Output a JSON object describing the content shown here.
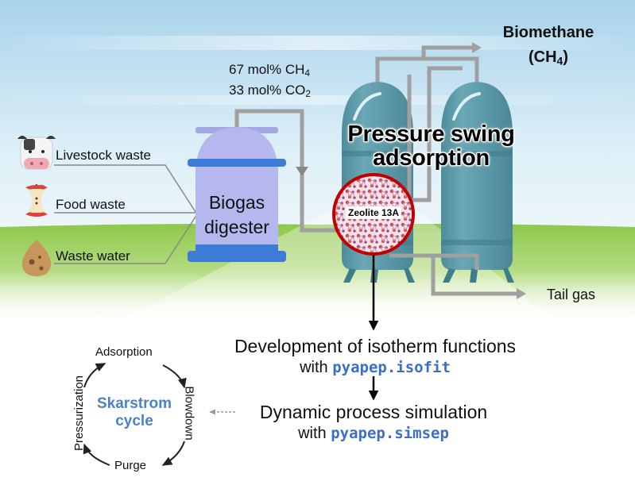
{
  "feed": {
    "sources": [
      {
        "label": "Livestock waste",
        "icon": "cow-icon"
      },
      {
        "label": "Food waste",
        "icon": "apple-core-icon"
      },
      {
        "label": "Waste water",
        "icon": "water-drop-icon"
      }
    ],
    "digester_line1": "Biogas",
    "digester_line2": "digester"
  },
  "composition": {
    "ch4_prefix": "67 mol% CH",
    "ch4_sub": "4",
    "co2_prefix": "33 mol% CO",
    "co2_sub": "2"
  },
  "psa": {
    "title_line1": "Pressure swing",
    "title_line2": "adsorption",
    "adsorbent": "Zeolite 13A"
  },
  "products": {
    "product_line1": "Biomethane",
    "product_open": "(CH",
    "product_sub": "4",
    "product_close": ")",
    "tail": "Tail gas"
  },
  "workflow": {
    "step1_title": "Development of isotherm functions",
    "step1_with": "with",
    "step1_code": "pyapep.isofit",
    "step2_title": "Dynamic process simulation",
    "step2_with": "with",
    "step2_code": "pyapep.simsep"
  },
  "cycle": {
    "center_line1": "Skarstrom",
    "center_line2": "cycle",
    "steps": [
      "Adsorption",
      "Blowdown",
      "Purge",
      "Pressurization"
    ]
  },
  "colors": {
    "sky_top": "#b3d7ea",
    "grass": "#8cc84b",
    "tank": "#5b9aa8",
    "digester": "#b5b7ef",
    "digester_base": "#3e7bd6",
    "pipe": "#a0a0a0",
    "code": "#3a6fc4",
    "cycle_text": "#4a82c8"
  }
}
